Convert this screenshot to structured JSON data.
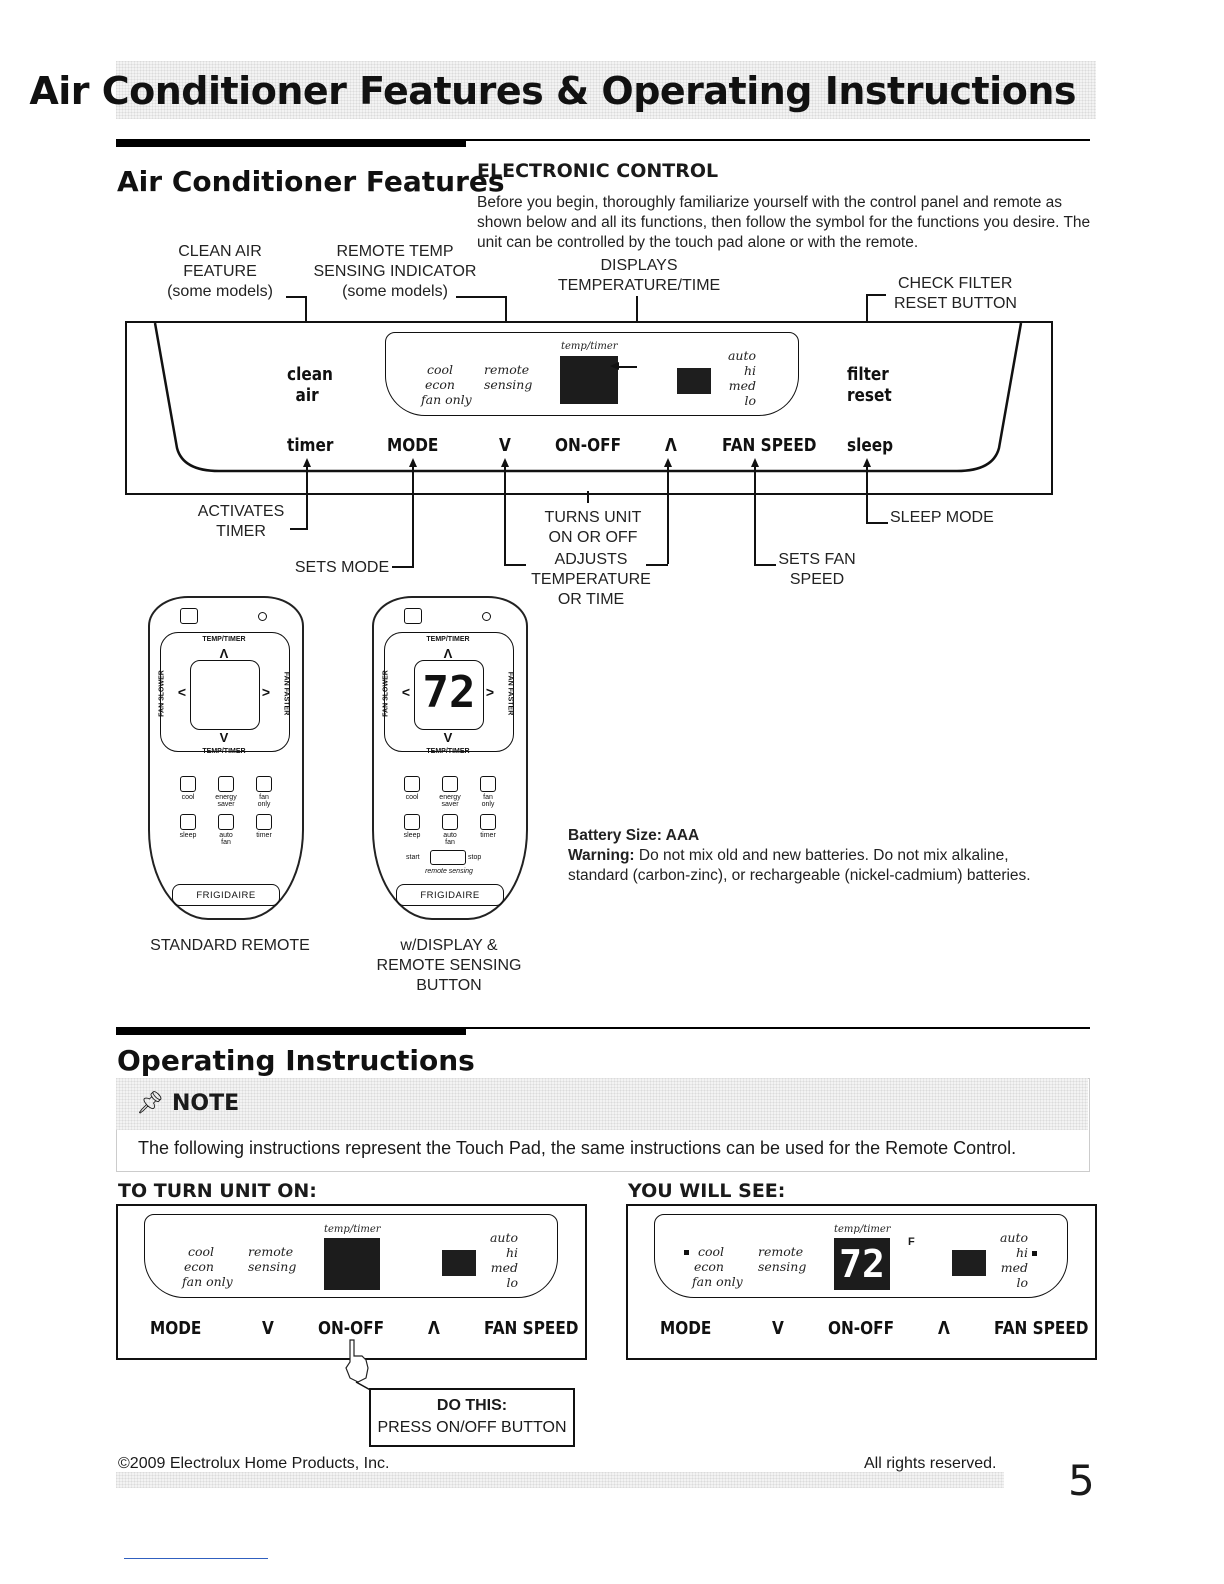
{
  "header": {
    "title": "Air Conditioner Features & Operating Instructions"
  },
  "features": {
    "title": "Air Conditioner Features",
    "electronic_control": {
      "heading": "ELECTRONIC CONTROL",
      "text": "Before you begin, thoroughly familiarize yourself with the control panel and remote as shown below and all its functions, then follow the symbol for the functions you desire. The unit can be controlled by the touch pad alone or with the remote."
    },
    "callouts": {
      "clean_air": [
        "CLEAN AIR",
        "FEATURE",
        "(some models)"
      ],
      "remote_temp": [
        "REMOTE TEMP",
        "SENSING INDICATOR",
        "(some models)"
      ],
      "displays": [
        "DISPLAYS",
        "TEMPERATURE/TIME"
      ],
      "check_filter": [
        "CHECK FILTER",
        "RESET BUTTON"
      ],
      "activates_timer": [
        "ACTIVATES",
        "TIMER"
      ],
      "sets_mode": "SETS MODE",
      "turns_unit": [
        "TURNS UNIT",
        "ON OR OFF"
      ],
      "adjusts_temp": [
        "ADJUSTS",
        "TEMPERATURE",
        "OR TIME"
      ],
      "sets_fan": [
        "SETS FAN",
        "SPEED"
      ],
      "sleep_mode": "SLEEP MODE"
    },
    "panel": {
      "clean": "clean",
      "air": "air",
      "filter": "filter",
      "reset": "reset",
      "temp_timer": "temp/timer",
      "modes": [
        "cool",
        "econ",
        "fan only"
      ],
      "remote": "remote",
      "sensing": "sensing",
      "speeds": [
        "auto",
        "hi",
        "med",
        "lo"
      ],
      "buttons": {
        "timer": "timer",
        "mode": "MODE",
        "down": "V",
        "on_off": "ON-OFF",
        "up": "Λ",
        "fan_speed": "FAN SPEED",
        "sleep": "sleep"
      }
    },
    "remotes": {
      "temp_timer": "TEMP/TIMER",
      "fan_slower": "FAN SLOWER",
      "fan_faster": "FAN FASTER",
      "up": "Λ",
      "down": "V",
      "left": "<",
      "right": ">",
      "display_value": "72",
      "row1": [
        "cool",
        "energy saver",
        "fan only"
      ],
      "row2": [
        "sleep",
        "auto fan",
        "timer"
      ],
      "start": "start",
      "stop": "stop",
      "remote_sensing": "remote sensing",
      "brand": "FRIGIDAIRE",
      "standard_caption": "STANDARD REMOTE",
      "display_caption": [
        "w/DISPLAY &",
        "REMOTE SENSING",
        "BUTTON"
      ]
    },
    "battery": {
      "size_label": "Battery Size: AAA",
      "warning_label": "Warning:",
      "warning_text": " Do not mix old and new batteries. Do not mix alkaline, standard (carbon-zinc), or rechargeable (nickel-cadmium) batteries."
    }
  },
  "operating": {
    "title": "Operating Instructions",
    "note_label": "NOTE",
    "note_text": "The following instructions represent the Touch Pad, the same instructions can be used for the Remote Control.",
    "turn_on_heading": "TO TURN UNIT ON:",
    "you_will_see_heading": "YOU WILL SEE:",
    "display_unit": "F",
    "display_value": "72",
    "do_this_label": "DO THIS:",
    "do_this_text": "PRESS ON/OFF BUTTON"
  },
  "footer": {
    "copyright": "©2009 Electrolux Home Products, Inc.",
    "rights": "All rights reserved.",
    "page_number": "5"
  }
}
